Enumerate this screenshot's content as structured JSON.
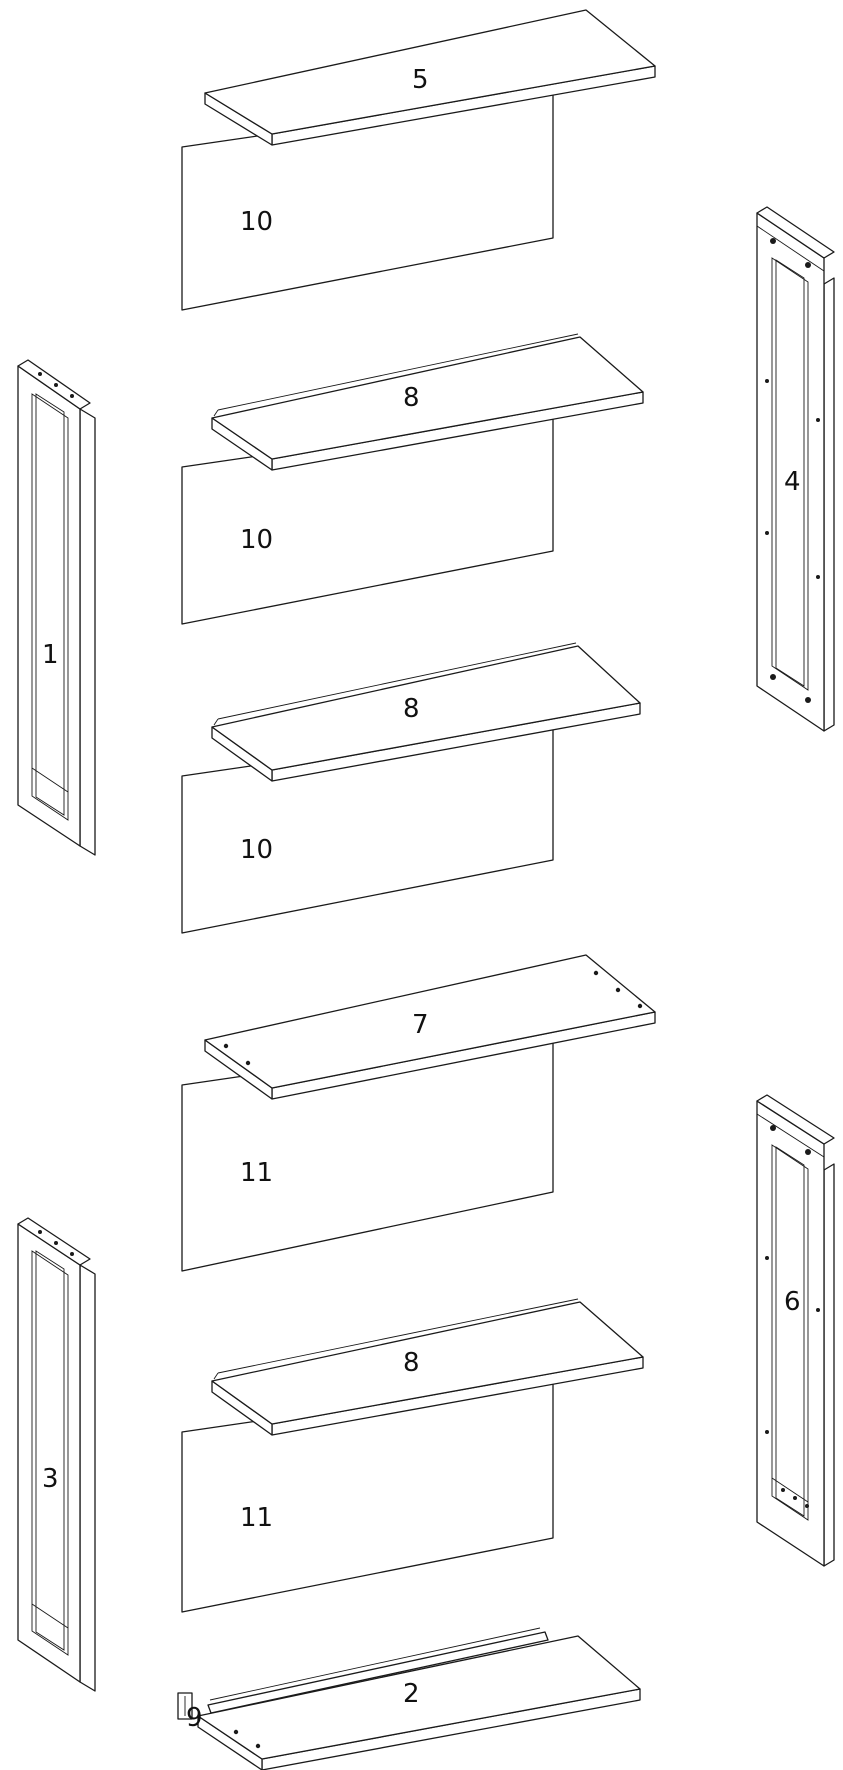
{
  "diagram": {
    "parts": [
      {
        "id": "side-panel-left-top",
        "label": "1"
      },
      {
        "id": "side-panel-right-top",
        "label": "2"
      },
      {
        "id": "side-panel-left-bottom",
        "label": "3"
      },
      {
        "id": "side-panel-right-bottom",
        "label": "4"
      },
      {
        "id": "top-board",
        "label": "5"
      },
      {
        "id": "bottom-board",
        "label": "6"
      },
      {
        "id": "fixed-shelf",
        "label": "7"
      },
      {
        "id": "shelf-1",
        "label": "8"
      },
      {
        "id": "shelf-2",
        "label": "8"
      },
      {
        "id": "shelf-3",
        "label": "8"
      },
      {
        "id": "plinth-strip",
        "label": "9"
      },
      {
        "id": "back-panel-1",
        "label": "10"
      },
      {
        "id": "back-panel-2",
        "label": "10"
      },
      {
        "id": "back-panel-3",
        "label": "10"
      },
      {
        "id": "back-panel-4",
        "label": "11"
      },
      {
        "id": "back-panel-5",
        "label": "11"
      }
    ],
    "colors": {
      "line": "#1a1a1a",
      "fill": "#ffffff",
      "background": "#ffffff"
    }
  }
}
